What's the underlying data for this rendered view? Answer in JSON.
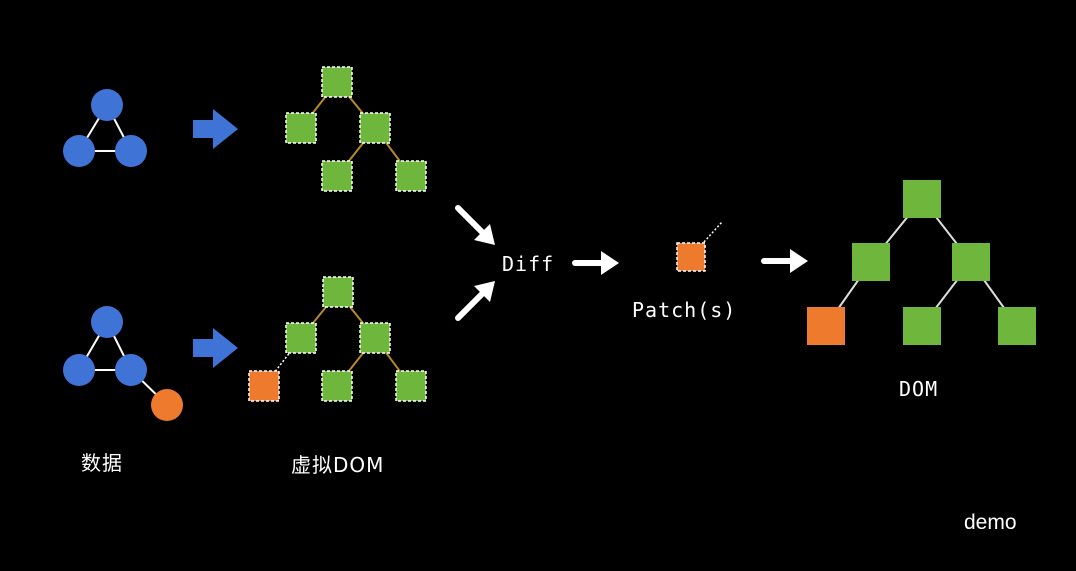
{
  "labels": {
    "data": "数据",
    "vdom": "虚拟DOM",
    "diff": "Diff",
    "patches": "Patch(s)",
    "dom": "DOM",
    "watermark": "demo"
  },
  "colors": {
    "background": "#000000",
    "data_node": "#3f74d6",
    "changed_node": "#ee7a2e",
    "vdom_node": "#6fb63c",
    "vdom_edge": "#b7892b",
    "arrow_blue": "#3f74d6",
    "arrow_white": "#ffffff",
    "text": "#ffffff"
  },
  "icons": {
    "data_to_vdom_arrow": "blue-arrow-icon",
    "flow_arrow": "white-arrow-icon"
  }
}
